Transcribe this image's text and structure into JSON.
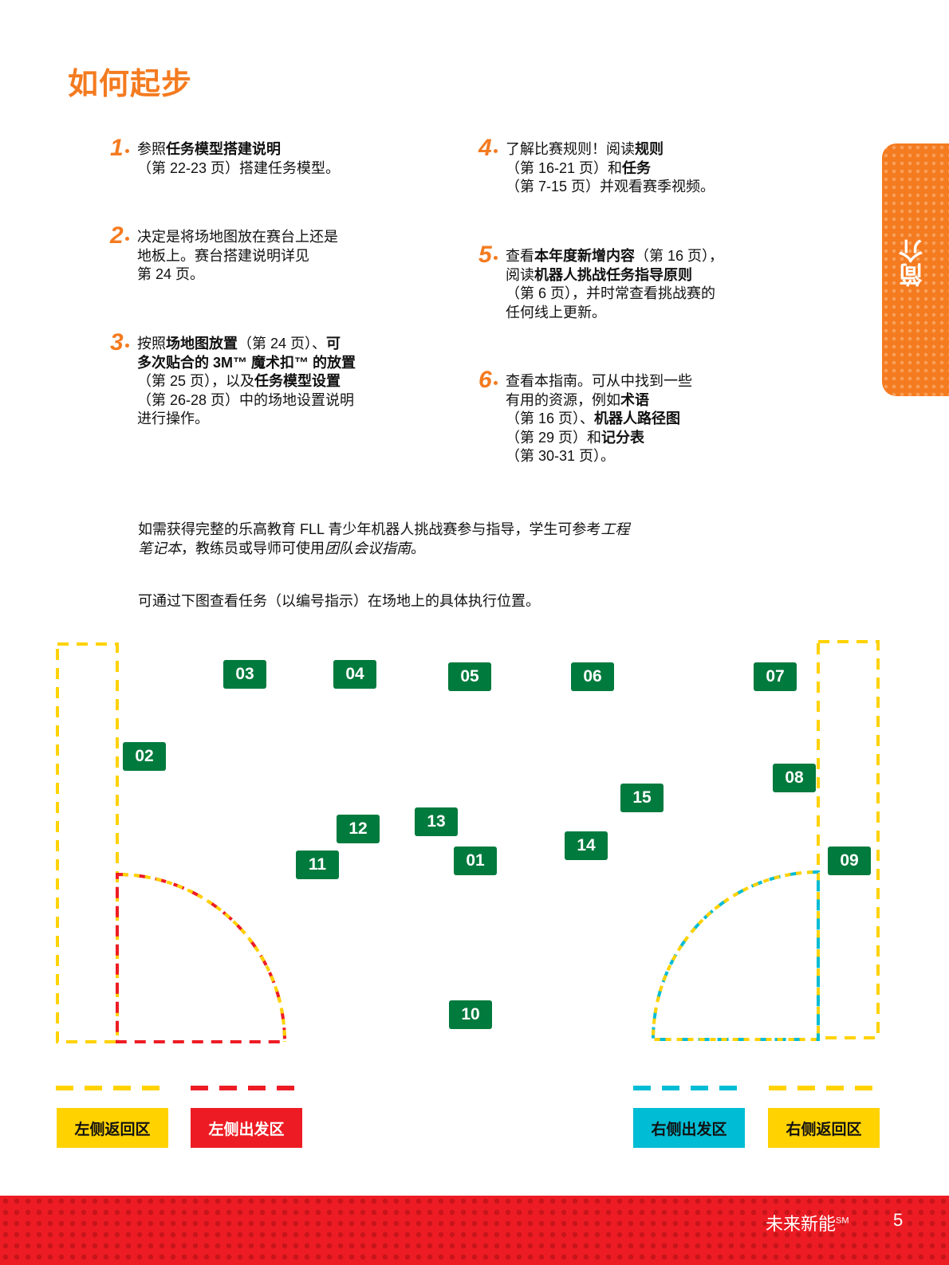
{
  "title": "如何起步",
  "side_tab": "简介",
  "steps": [
    {
      "num": "1",
      "lines": [
        [
          {
            "t": "参照"
          },
          {
            "t": "任务模型搭建说明",
            "b": true
          }
        ],
        [
          {
            "t": "（第 22-23 页）搭建任务模型。"
          }
        ]
      ]
    },
    {
      "num": "2",
      "lines": [
        [
          {
            "t": "决定是将场地图放在赛台上还是"
          }
        ],
        [
          {
            "t": "地板上。赛台搭建说明详见"
          }
        ],
        [
          {
            "t": "第 24 页。"
          }
        ]
      ]
    },
    {
      "num": "3",
      "lines": [
        [
          {
            "t": "按照"
          },
          {
            "t": "场地图放置",
            "b": true
          },
          {
            "t": "（第 24 页）、"
          },
          {
            "t": "可",
            "b": true
          }
        ],
        [
          {
            "t": "多次贴合的 3M™ 魔术扣™ 的放置",
            "b": true
          }
        ],
        [
          {
            "t": "（第 25 页），以及"
          },
          {
            "t": "任务模型设置",
            "b": true
          }
        ],
        [
          {
            "t": "（第 26-28 页）中的场地设置说明"
          }
        ],
        [
          {
            "t": "进行操作。"
          }
        ]
      ]
    },
    {
      "num": "4",
      "lines": [
        [
          {
            "t": "了解比赛规则！阅读"
          },
          {
            "t": "规则",
            "b": true
          }
        ],
        [
          {
            "t": "（第 16-21 页）和"
          },
          {
            "t": "任务",
            "b": true
          }
        ],
        [
          {
            "t": "（第 7-15 页）并观看赛季视频。"
          }
        ]
      ]
    },
    {
      "num": "5",
      "lines": [
        [
          {
            "t": "查看"
          },
          {
            "t": "本年度新增内容",
            "b": true
          },
          {
            "t": "（第 16 页），"
          }
        ],
        [
          {
            "t": "阅读"
          },
          {
            "t": "机器人挑战任务指导原则",
            "b": true
          }
        ],
        [
          {
            "t": "（第 6 页），并时常查看挑战赛的"
          }
        ],
        [
          {
            "t": "任何线上更新。"
          }
        ]
      ]
    },
    {
      "num": "6",
      "lines": [
        [
          {
            "t": "查看本指南。可从中找到一些"
          }
        ],
        [
          {
            "t": "有用的资源，例如"
          },
          {
            "t": "术语",
            "b": true
          }
        ],
        [
          {
            "t": "（第 16 页）、"
          },
          {
            "t": "机器人路径图",
            "b": true
          }
        ],
        [
          {
            "t": "（第 29 页）和"
          },
          {
            "t": "记分表",
            "b": true
          }
        ],
        [
          {
            "t": "（第 30-31 页）。"
          }
        ]
      ]
    }
  ],
  "para1": {
    "a": "如需获得完整的乐高教育 FLL 青少年机器人挑战赛参与指导，学生可参考",
    "b": "工程",
    "c": "笔记本",
    "d": "，教练员或导师可使用",
    "e": "团队会议指南",
    "f": "。"
  },
  "para2": "可通过下图查看任务（以编号指示）在场地上的具体执行位置。",
  "missions": [
    "01",
    "02",
    "03",
    "04",
    "05",
    "06",
    "07",
    "08",
    "09",
    "10",
    "11",
    "12",
    "13",
    "14",
    "15"
  ],
  "zones": {
    "left_return": "左侧返回区",
    "left_launch": "左侧出发区",
    "right_launch": "右侧出发区",
    "right_return": "右侧返回区"
  },
  "colors": {
    "yellow": "#ffd200",
    "red": "#ed1c24",
    "cyan": "#00bcd4",
    "green": "#007a3d",
    "orange": "#f47b20"
  },
  "footer": {
    "brand": "未来新能",
    "sm": "SM",
    "page": "5"
  }
}
